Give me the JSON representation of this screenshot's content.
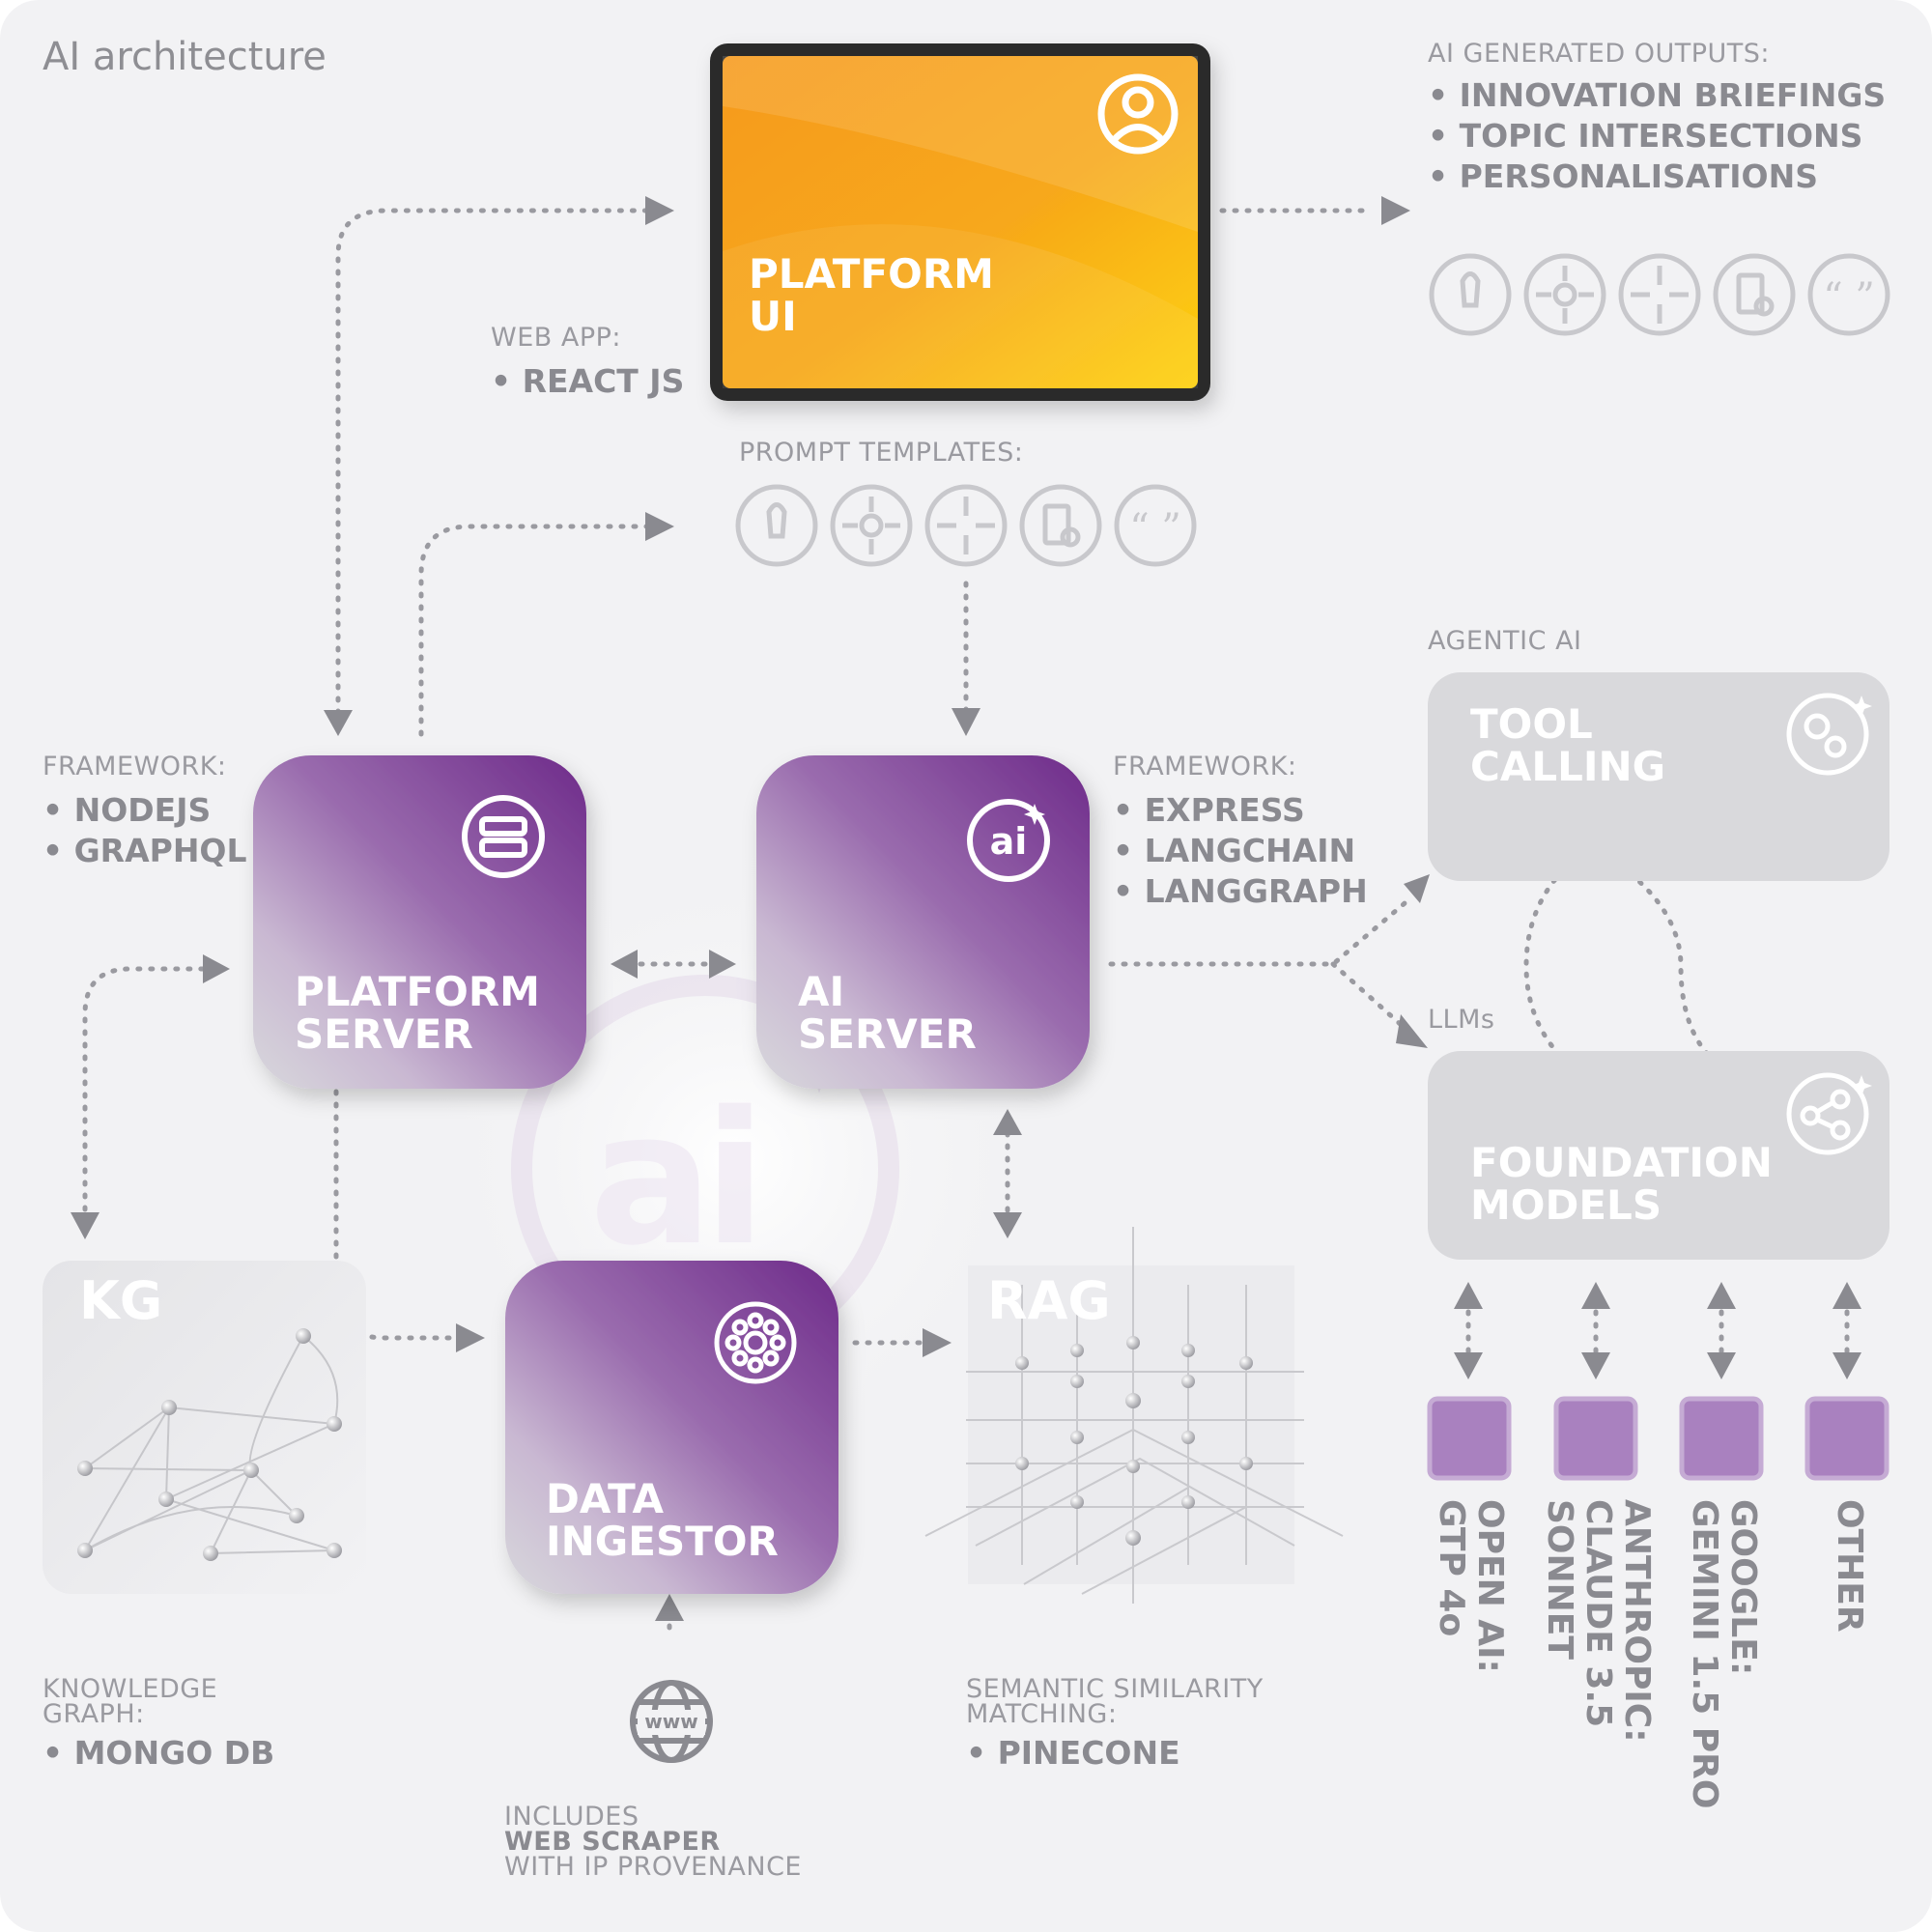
{
  "title": "AI architecture",
  "platform_ui": {
    "line1": "PLATFORM",
    "line2": "UI"
  },
  "web_app": {
    "label": "WEB APP:",
    "items": [
      "REACT JS"
    ]
  },
  "outputs": {
    "label": "AI GENERATED OUTPUTS:",
    "items": [
      "INNOVATION BRIEFINGS",
      "TOPIC INTERSECTIONS",
      "PERSONALISATIONS"
    ]
  },
  "prompt_templates": {
    "label": "PROMPT TEMPLATES:"
  },
  "platform_server": {
    "line1": "PLATFORM",
    "line2": "SERVER",
    "framework_label": "FRAMEWORK:",
    "items": [
      "NODEJS",
      "GRAPHQL"
    ]
  },
  "ai_server": {
    "line1": "AI",
    "line2": "SERVER",
    "framework_label": "FRAMEWORK:",
    "items": [
      "EXPRESS",
      "LANGCHAIN",
      "LANGGRAPH"
    ]
  },
  "agentic": {
    "label": "AGENTIC AI",
    "tool_line1": "TOOL",
    "tool_line2": "CALLING",
    "llms_label": "LLMs",
    "fm_line1": "FOUNDATION",
    "fm_line2": "MODELS"
  },
  "kg": {
    "tag": "KG",
    "label_line1": "KNOWLEDGE",
    "label_line2": "GRAPH:",
    "items": [
      "MONGO DB"
    ]
  },
  "data_ingestor": {
    "line1": "DATA",
    "line2": "INGESTOR"
  },
  "rag": {
    "tag": "RAG",
    "label_line1": "SEMANTIC SIMILARITY",
    "label_line2": "MATCHING:",
    "items": [
      "PINECONE"
    ]
  },
  "web_scraper": {
    "line1": "INCLUDES",
    "line2": "WEB SCRAPER",
    "line3": "WITH IP PROVENANCE",
    "www": "www"
  },
  "models": [
    {
      "line1": "OPEN AI:",
      "line2": "GTP 4o"
    },
    {
      "line1": "ANTHROPIC:",
      "line2": "CLAUDE 3.5",
      "line3": "SONNET"
    },
    {
      "line1": "GOOGLE:",
      "line2": "GEMINI 1.5 PRO"
    },
    {
      "line1": "OTHER"
    }
  ],
  "center_logo": "ai",
  "icons": [
    "user-icon",
    "server-icon",
    "ai-icon",
    "gears-icon",
    "share-icon",
    "network-icon",
    "globe-icon",
    "lightbulb-icon",
    "nodes-icon",
    "crosshair-icon",
    "document-user-icon",
    "quote-icon"
  ],
  "colors": {
    "orange": "#f7a21b",
    "purple": "#7a3491",
    "gray_box": "#d6d6d9",
    "text_gray": "#8f8f94",
    "background": "#f2f2f4",
    "model_square": "#a981bf"
  }
}
